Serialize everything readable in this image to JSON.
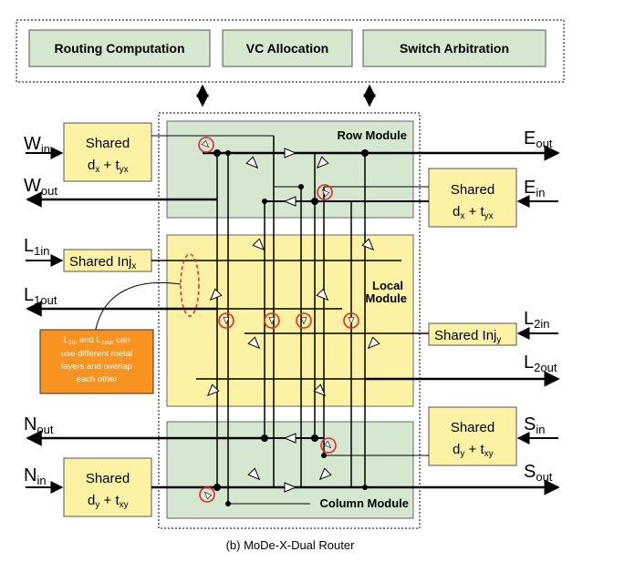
{
  "pipeline": {
    "routing_computation": "Routing Computation",
    "vc_allocation": "VC Allocation",
    "switch_arbitration": "Switch Arbitration"
  },
  "modules": {
    "row": "Row Module",
    "local_line1": "Local",
    "local_line2": "Module",
    "column": "Column Module"
  },
  "shared_blocks": {
    "west_shared": "Shared",
    "west_formula": "d",
    "west_formula_sub1": "x",
    "west_formula_mid": " + t",
    "west_formula_sub2": "yx",
    "east_shared": "Shared",
    "east_formula": "d",
    "east_formula_sub1": "x",
    "east_formula_mid": " + t",
    "east_formula_sub2": "yx",
    "south_shared": "Shared",
    "south_formula": "d",
    "south_formula_sub1": "y",
    "south_formula_mid": " + t",
    "south_formula_sub2": "xy",
    "north_shared": "Shared",
    "north_formula": "d",
    "north_formula_sub1": "y",
    "north_formula_mid": " + t",
    "north_formula_sub2": "xy",
    "inj_x": "Shared Inj",
    "inj_x_sub": "x",
    "inj_y": "Shared Inj",
    "inj_y_sub": "y"
  },
  "ports": {
    "w_in": "W",
    "w_in_sub": "in",
    "w_out": "W",
    "w_out_sub": "out",
    "l1_in": "L",
    "l1_in_sub": "1in",
    "l1_out": "L",
    "l1_out_sub": "1out",
    "n_out": "N",
    "n_out_sub": "out",
    "n_in": "N",
    "n_in_sub": "in",
    "e_out": "E",
    "e_out_sub": "out",
    "e_in": "E",
    "e_in_sub": "in",
    "l2_in": "L",
    "l2_in_sub": "2in",
    "l2_out": "L",
    "l2_out_sub": "2out",
    "s_in": "S",
    "s_in_sub": "in",
    "s_out": "S",
    "s_out_sub": "out"
  },
  "note": {
    "line1_a": "L",
    "line1_sub1": "1in",
    "line1_b": " and L",
    "line1_sub2": "1out",
    "line1_c": " can",
    "line2": "use different metal",
    "line3": "layers and overlap",
    "line4": "each other"
  },
  "caption": "(b) MoDe-X-Dual  Router",
  "colors": {
    "module_fill": "#d5e8cf",
    "local_fill": "#fbf3a3",
    "shared_fill": "#fbf3a3",
    "pipeline_fill": "#d5e8cf",
    "note_fill": "#f7931e",
    "marker": "#e8262a"
  }
}
